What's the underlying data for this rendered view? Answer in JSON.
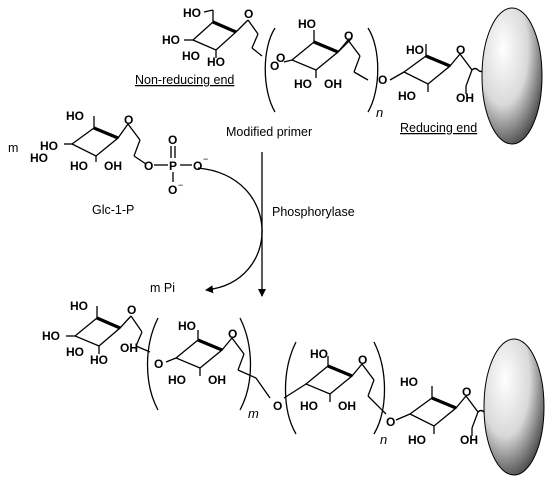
{
  "labels": {
    "non_reducing_end": "Non-reducing end",
    "reducing_end": "Reducing end",
    "modified_primer": "Modified primer",
    "glc1p": "Glc-1-P",
    "phosphorylase": "Phosphorylase",
    "m_pi": "m Pi",
    "m_coefficient": "m",
    "repeat_n": "n",
    "repeat_m": "m"
  },
  "atoms": {
    "ho": "HO",
    "oh": "OH",
    "o": "O",
    "p": "P",
    "minus": "−"
  },
  "colors": {
    "ink": "#000000",
    "particle_light": "#ffffff",
    "particle_dark": "#4a4a4a"
  }
}
